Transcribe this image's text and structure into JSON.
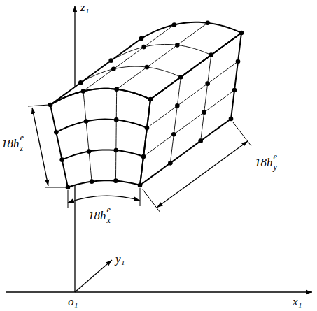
{
  "diagram": {
    "labels": [
      "z₁",
      "18h",
      "e",
      "z",
      "18h",
      "e",
      "x",
      "18h",
      "e",
      "y",
      "o₁",
      "x₁",
      "y₁"
    ]
  }
}
